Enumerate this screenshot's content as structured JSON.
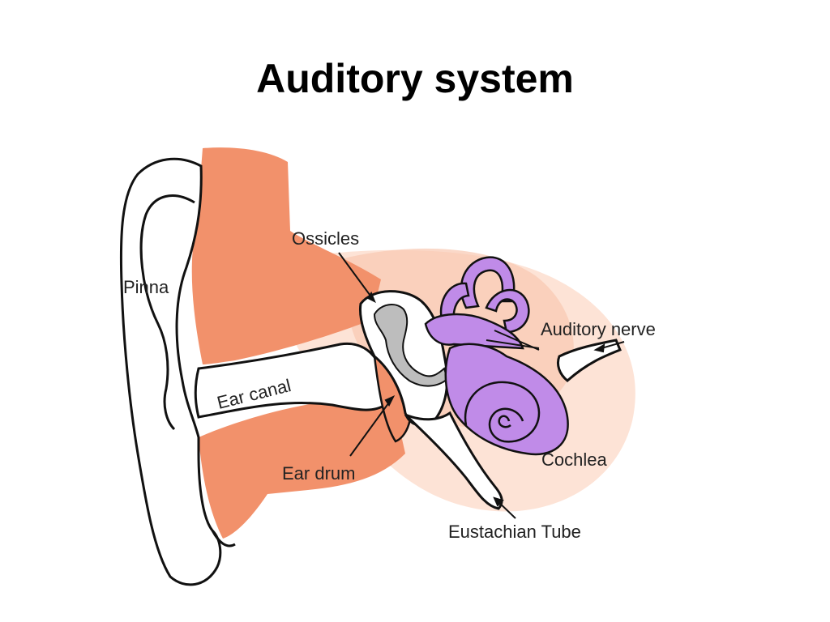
{
  "slide": {
    "title": "Auditory system"
  },
  "diagram": {
    "labels": {
      "ossicles": "Ossicles",
      "pinna": "Pinna",
      "auditory_nerve": "Auditory nerve",
      "ear_canal": "Ear canal",
      "cochlea": "Cochlea",
      "ear_drum": "Ear drum",
      "eustachian_tube": "Eustachian Tube"
    },
    "colors": {
      "skin": "#f2916b",
      "skin_light": "#f8c8b0",
      "skin_faint": "#fde3d6",
      "cochlea": "#c08be8",
      "ossicles": "#bdbdbd",
      "outline": "#111111"
    }
  }
}
